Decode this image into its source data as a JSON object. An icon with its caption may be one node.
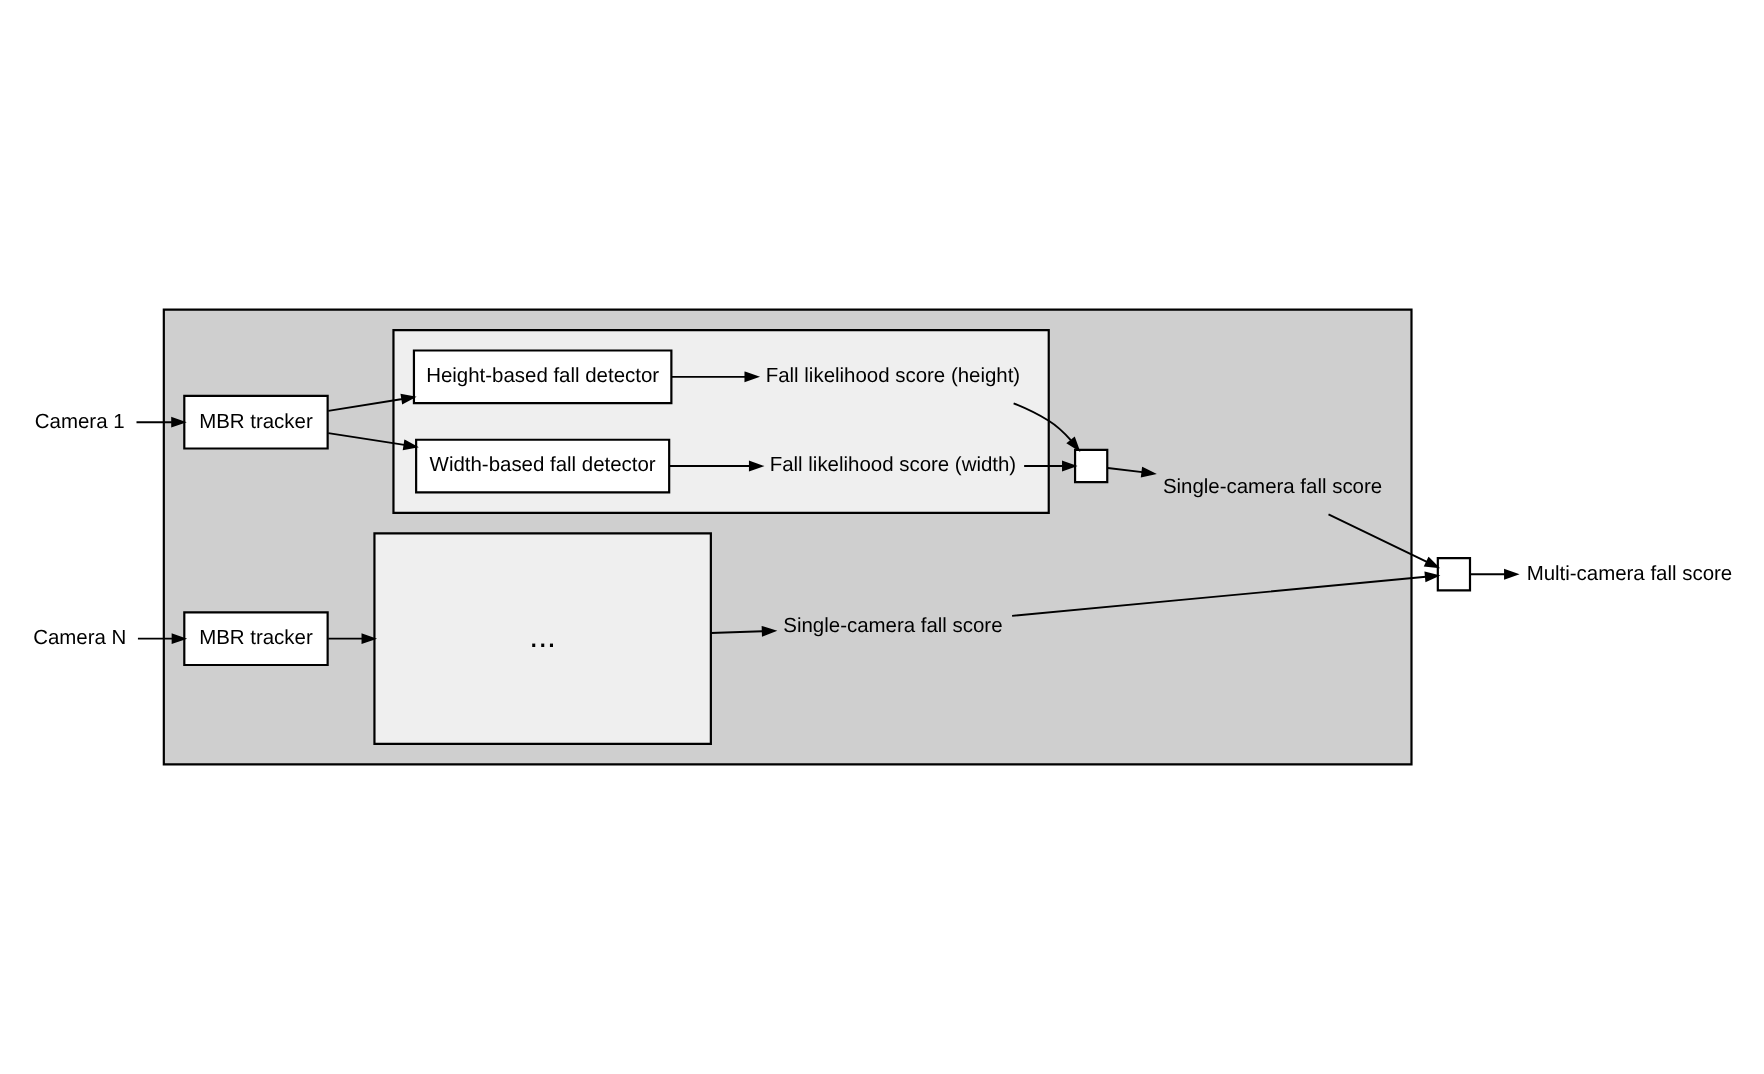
{
  "diagram": {
    "nodes": [
      {
        "text": [],
        "shape": "box"
      },
      {
        "text": [
          "Camera 1"
        ]
      },
      {
        "text": [
          "MBR tracker"
        ],
        "in": 0
      },
      {
        "text": [],
        "shape": "box",
        "in": 0
      },
      {
        "text": [
          "Height-based fall detector"
        ],
        "in": 3
      },
      {
        "text": [
          "Fall likelihood score (height)"
        ],
        "in": 3
      },
      {
        "text": [
          "Width-based fall detector"
        ],
        "in": 3
      },
      {
        "text": [
          "Fall likelihood score (width)"
        ],
        "in": 3
      },
      {
        "text": [],
        "shape": "box",
        "in": 0
      },
      {
        "text": [
          "Single-camera fall score"
        ],
        "in": 0
      },
      {
        "text": [],
        "shape": "box"
      },
      {
        "text": [
          "Multi-camera fall score"
        ]
      },
      {
        "text": [
          "Camera N"
        ]
      },
      {
        "text": [
          "MBR tracker"
        ],
        "in": 0
      },
      {
        "text": [
          "..."
        ],
        "in": 0
      },
      {
        "text": [
          "Single-camera fall score"
        ],
        "in": 0
      }
    ],
    "edges": [
      {
        "from": 1,
        "to": 2,
        "arrow": "to"
      },
      {
        "from": 2,
        "to": 4,
        "arrow": "to"
      },
      {
        "from": 2,
        "to": 6,
        "arrow": "to"
      },
      {
        "from": 4,
        "to": 5,
        "arrow": "to"
      },
      {
        "from": 6,
        "to": 7,
        "arrow": "to"
      },
      {
        "from": 5,
        "to": 8,
        "arrow": "to"
      },
      {
        "from": 7,
        "to": 8,
        "arrow": "to"
      },
      {
        "from": 8,
        "to": 9,
        "arrow": "to"
      },
      {
        "from": 9,
        "to": 10,
        "arrow": "to"
      },
      {
        "from": 15,
        "to": 10,
        "arrow": "to"
      },
      {
        "from": 10,
        "to": 11,
        "arrow": "to"
      },
      {
        "from": 12,
        "to": 13,
        "arrow": "to"
      },
      {
        "from": 13,
        "to": 14,
        "arrow": "to"
      },
      {
        "from": 14,
        "to": 15,
        "arrow": "to"
      }
    ]
  }
}
